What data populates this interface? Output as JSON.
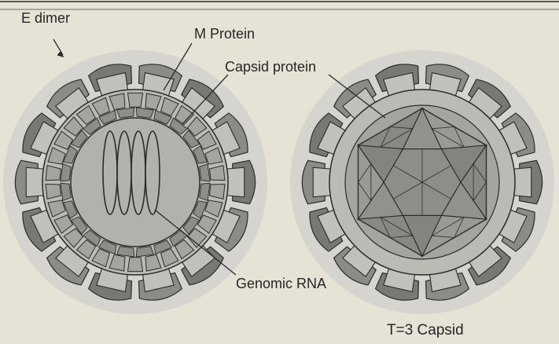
{
  "labels": {
    "e_dimer": "E dimer",
    "m_protein": "M Protein",
    "capsid_protein": "Capsid protein",
    "genomic_rna": "Genomic RNA",
    "t3_capsid": "T=3 Capsid"
  },
  "colors": {
    "background": "#e6e2d6",
    "e_protein_light": "#c2c0bb",
    "e_protein_dark": "#7a7875",
    "m_protein": "#a6a49f",
    "capsid": "#8f8d89",
    "core": "#b3b1ac",
    "line": "#2b2b2b"
  }
}
